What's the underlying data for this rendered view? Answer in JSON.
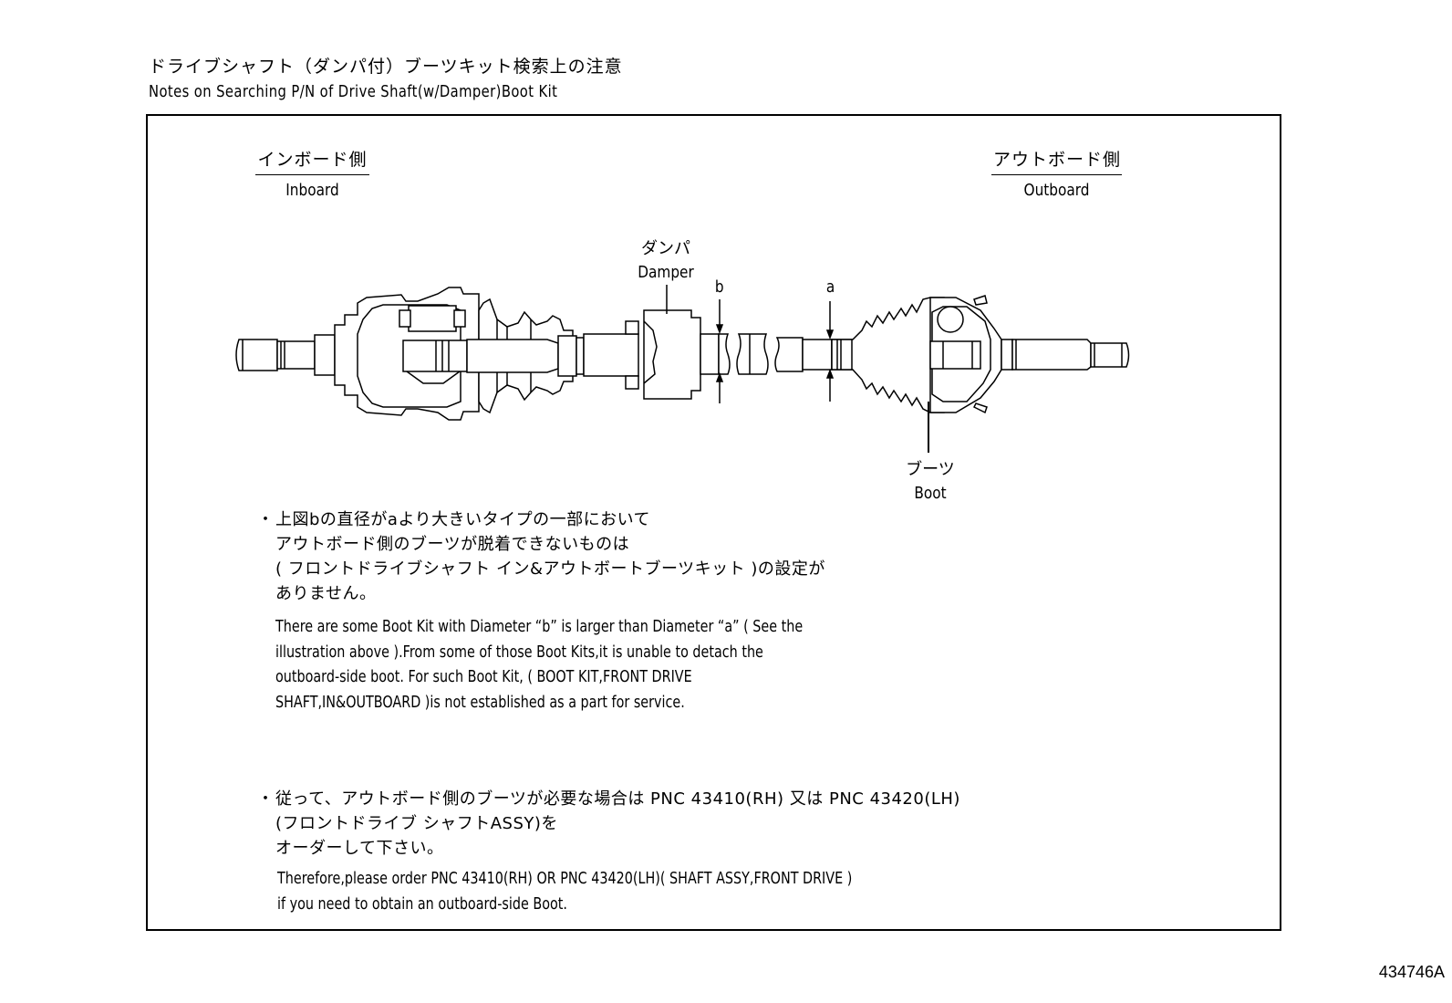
{
  "header": {
    "title_ja": "ドライブシャフト（ダンパ付）ブーツキット検索上の注意",
    "title_en": "Notes on Searching P/N of Drive Shaft(w/Damper)Boot Kit"
  },
  "diagram": {
    "inboard": {
      "ja": "インボード側",
      "en": "Inboard"
    },
    "outboard": {
      "ja": "アウトボード側",
      "en": "Outboard"
    },
    "damper": {
      "ja": "ダンパ",
      "en": "Damper"
    },
    "boot": {
      "ja": "ブーツ",
      "en": "Boot"
    },
    "dimension_b": "b",
    "dimension_a": "a"
  },
  "notes": [
    {
      "bullet": "・",
      "ja_lines": [
        "上図bの直径がaより大きいタイプの一部において",
        "アウトボード側のブーツが脱着できないものは",
        "( フロントドライブシャフト イン&アウトボートブーツキット )の設定が",
        "ありません。"
      ],
      "en_lines": [
        "There are some Boot Kit with Diameter “b” is larger than Diameter “a” ( See the",
        "illustration above ).From some of those Boot Kits,it is unable to detach the",
        "outboard-side boot. For such Boot Kit, ( BOOT KIT,FRONT DRIVE",
        "SHAFT,IN&OUTBOARD )is not established as a part for service."
      ]
    },
    {
      "bullet": "・",
      "ja_lines": [
        "従って、アウトボード側のブーツが必要な場合は  PNC 43410(RH) 又は PNC 43420(LH)",
        "(フロントドライブ シャフトASSY)を",
        "オーダーして下さい。"
      ],
      "en_lines": [
        "Therefore,please order PNC 43410(RH) OR PNC 43420(LH)( SHAFT ASSY,FRONT DRIVE )",
        "if you need to obtain an outboard-side Boot."
      ]
    }
  ],
  "figure_code": "434746A"
}
